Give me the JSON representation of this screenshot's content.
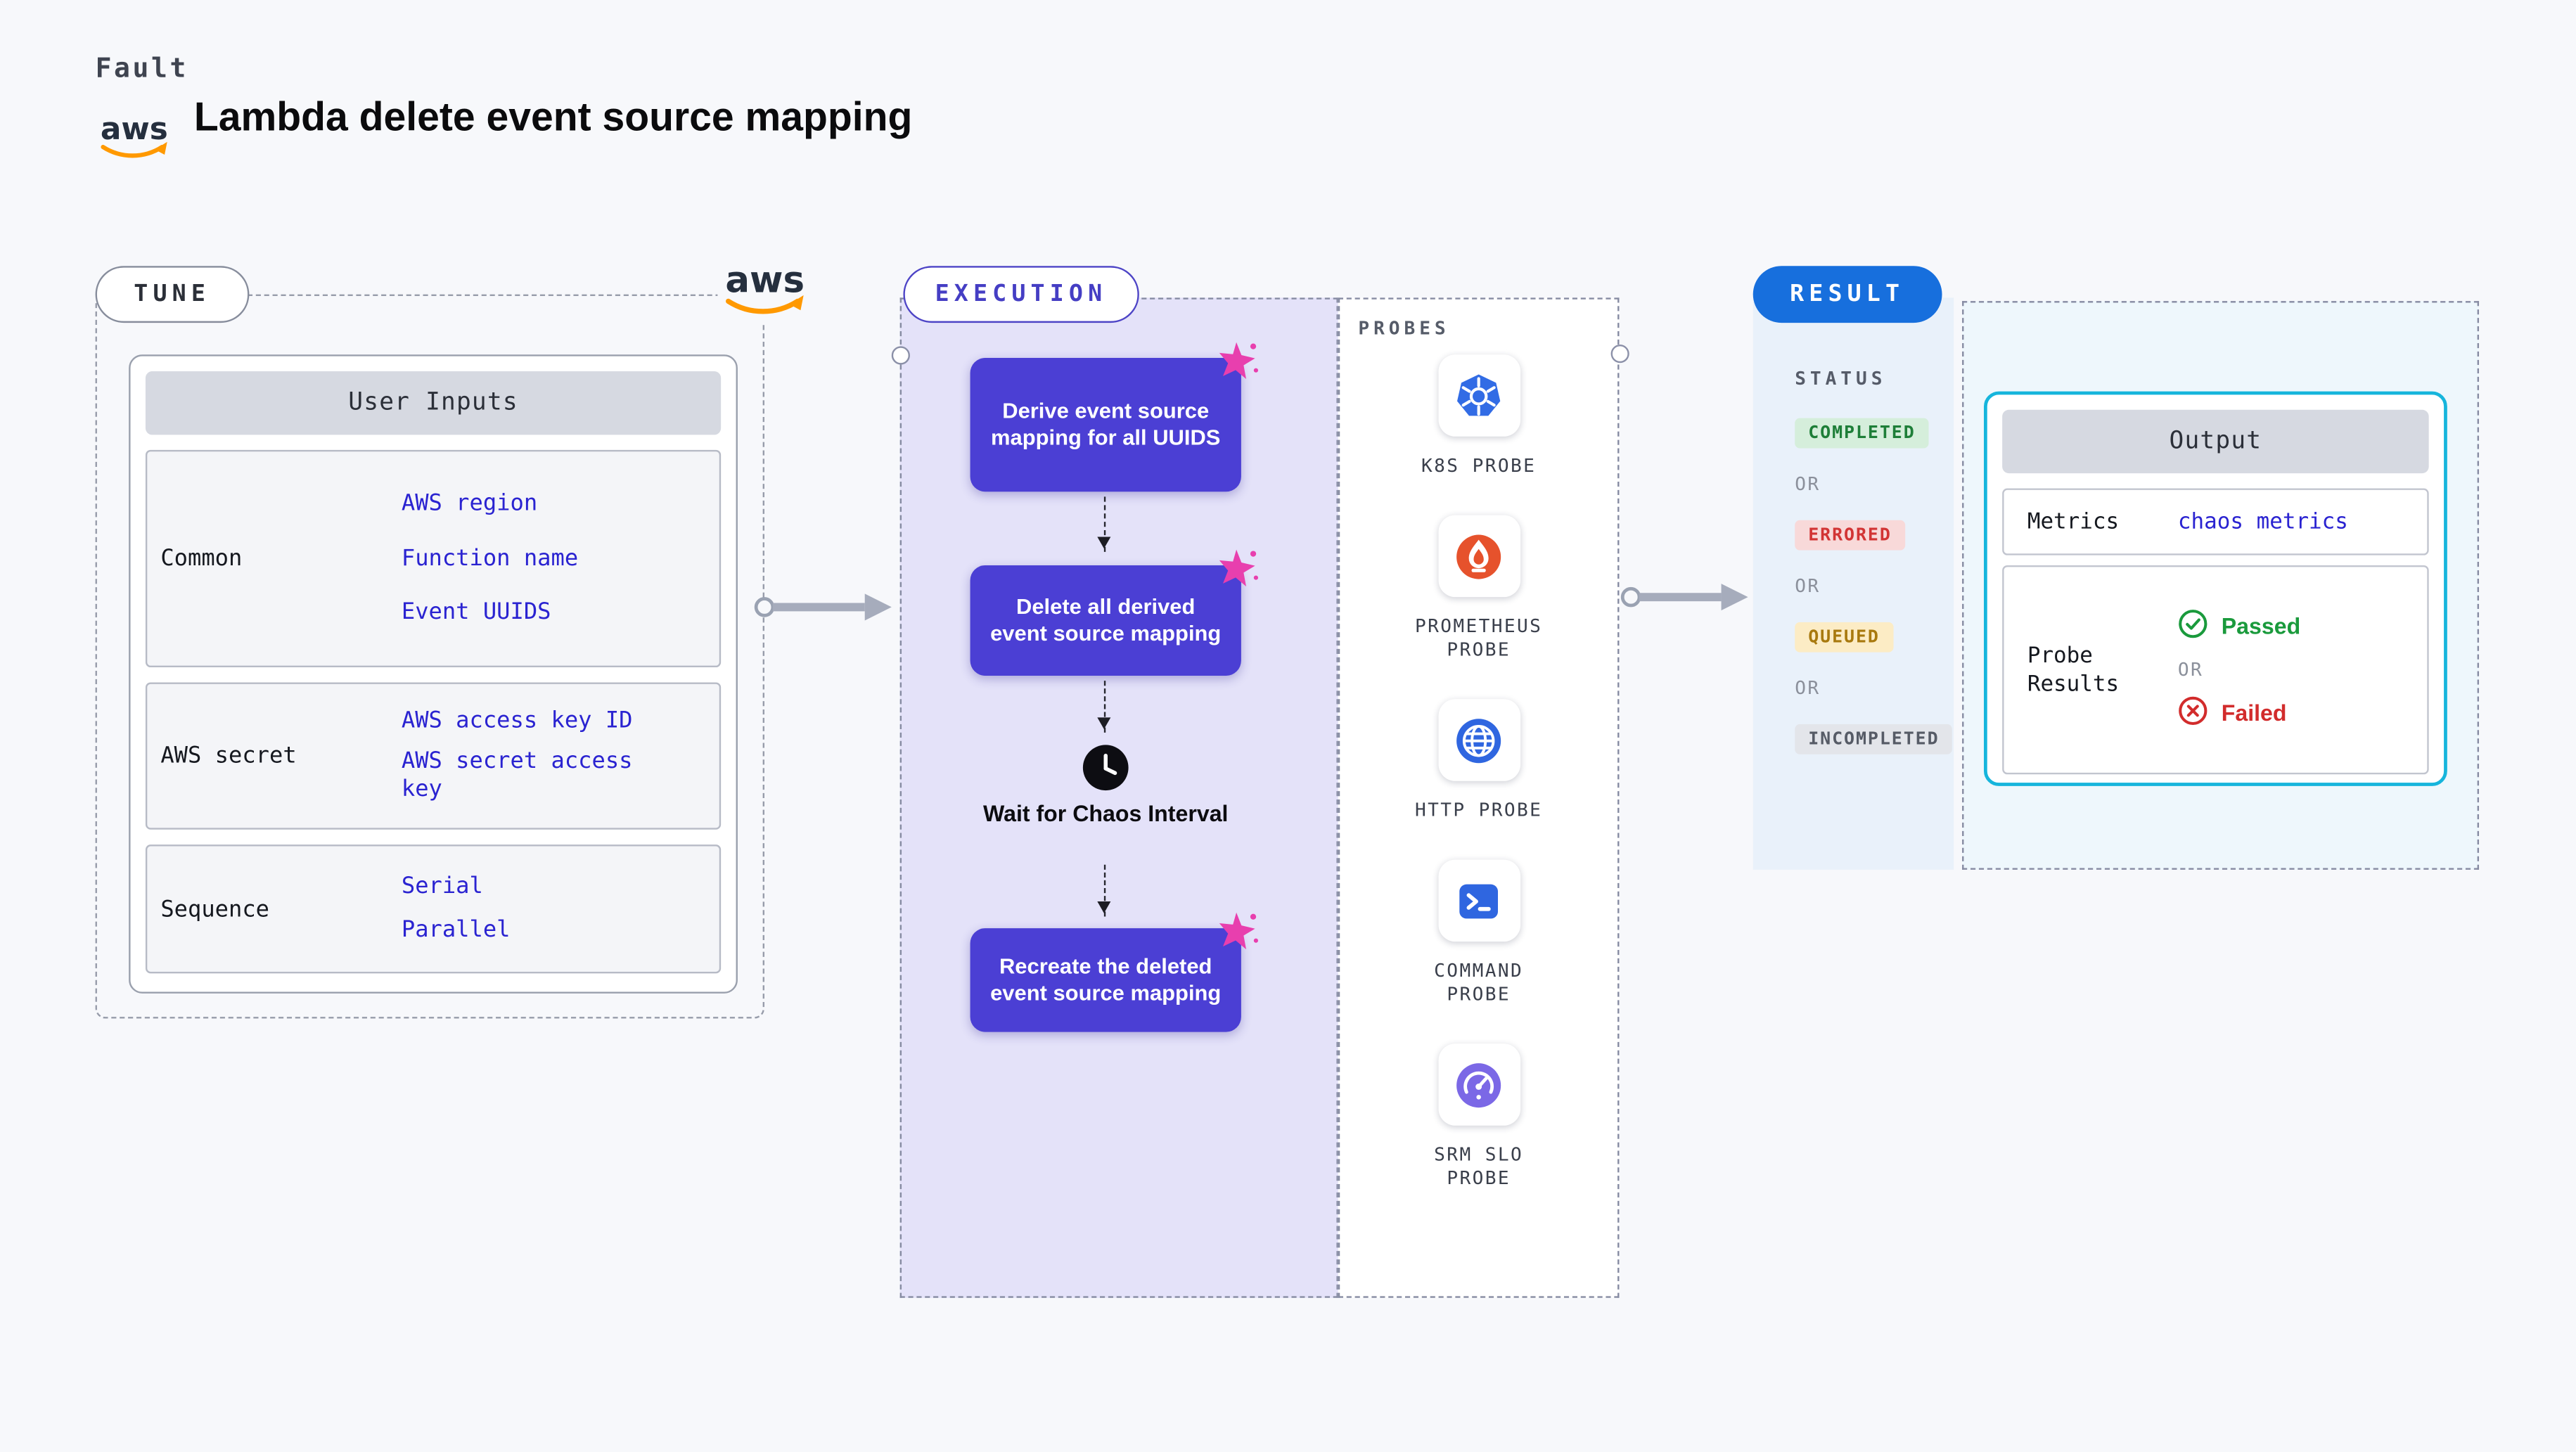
{
  "header": {
    "kicker": "Fault",
    "title": "Lambda delete event source mapping"
  },
  "brand": {
    "aws_logo_text": "aws"
  },
  "tune": {
    "pill": "TUNE",
    "table": {
      "header": "User Inputs",
      "rows": [
        {
          "label": "Common",
          "values": [
            "AWS region",
            "Function name",
            "Event UUIDS"
          ]
        },
        {
          "label": "AWS secret",
          "values": [
            "AWS access key ID",
            "AWS secret access key"
          ]
        },
        {
          "label": "Sequence",
          "values": [
            "Serial",
            "Parallel"
          ]
        }
      ]
    }
  },
  "execution": {
    "pill": "EXECUTION",
    "steps": [
      "Derive event source mapping for all UUIDS",
      "Delete all derived event source mapping",
      "Recreate the deleted event source mapping"
    ],
    "wait_label": "Wait for Chaos Interval"
  },
  "probes": {
    "label": "PROBES",
    "items": [
      {
        "name": "K8S PROBE",
        "icon": "k8s-probe-icon"
      },
      {
        "name": "PROMETHEUS PROBE",
        "icon": "prometheus-probe-icon"
      },
      {
        "name": "HTTP PROBE",
        "icon": "http-probe-icon"
      },
      {
        "name": "COMMAND PROBE",
        "icon": "command-probe-icon"
      },
      {
        "name": "SRM SLO PROBE",
        "icon": "srm-slo-probe-icon"
      }
    ]
  },
  "result": {
    "pill": "RESULT",
    "status_heading": "STATUS",
    "or": "OR",
    "statuses": [
      {
        "text": "COMPLETED",
        "color": "#1e7e38",
        "bg": "#d5eedb"
      },
      {
        "text": "ERRORED",
        "color": "#d23434",
        "bg": "#f8d9d9"
      },
      {
        "text": "QUEUED",
        "color": "#a8790e",
        "bg": "#fcecc5"
      },
      {
        "text": "INCOMPLETED",
        "color": "#565b66",
        "bg": "#e3e5ea"
      }
    ],
    "output": {
      "header": "Output",
      "metrics_label": "Metrics",
      "metrics_value": "chaos metrics",
      "probe_results_label": "Probe Results",
      "passed": "Passed",
      "or": "OR",
      "failed": "Failed"
    }
  },
  "colors": {
    "page_bg": "#f7f8fb",
    "step_purple": "#4b3fd4",
    "execution_bg": "#e4e2f9",
    "link_blue": "#2a23d1",
    "result_pill_blue": "#176fdd",
    "output_border_cyan": "#16b5dc",
    "aws_orange": "#ff9900",
    "sparkle_pink": "#e83fae"
  }
}
